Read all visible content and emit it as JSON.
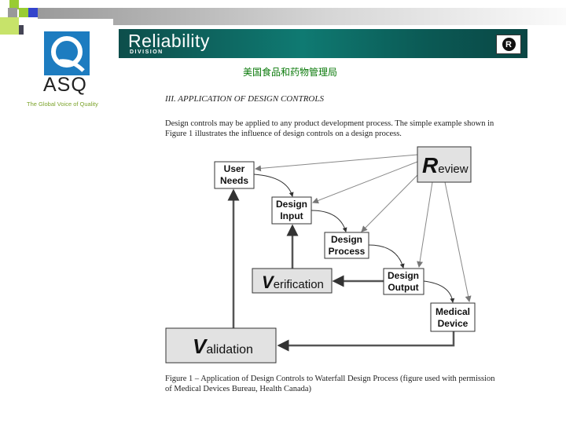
{
  "header": {
    "banner_title": "Reliability",
    "banner_subtitle": "DIVISION",
    "badge": "R",
    "logo_text": "ASQ",
    "logo_tagline": "The Global Voice of Quality",
    "chinese_title": "美国食品和药物管理局"
  },
  "document": {
    "heading": "III.  APPLICATION OF DESIGN CONTROLS",
    "paragraph": "Design controls may be applied to any product development process.  The simple example shown in Figure 1 illustrates the influence of design controls on a design process.",
    "caption": "Figure 1 – Application of Design Controls to Waterfall Design Process (figure used with permission of Medical Devices Bureau, Health Canada)"
  },
  "diagram": {
    "nodes": {
      "user_needs": [
        "User",
        "Needs"
      ],
      "design_input": [
        "Design",
        "Input"
      ],
      "design_process": [
        "Design",
        "Process"
      ],
      "design_output": [
        "Design",
        "Output"
      ],
      "medical_device": [
        "Medical",
        "Device"
      ],
      "review": {
        "initial": "R",
        "rest": "eview"
      },
      "verification": {
        "initial": "V",
        "rest": "erification"
      },
      "validation": {
        "initial": "V",
        "rest": "alidation"
      }
    }
  }
}
